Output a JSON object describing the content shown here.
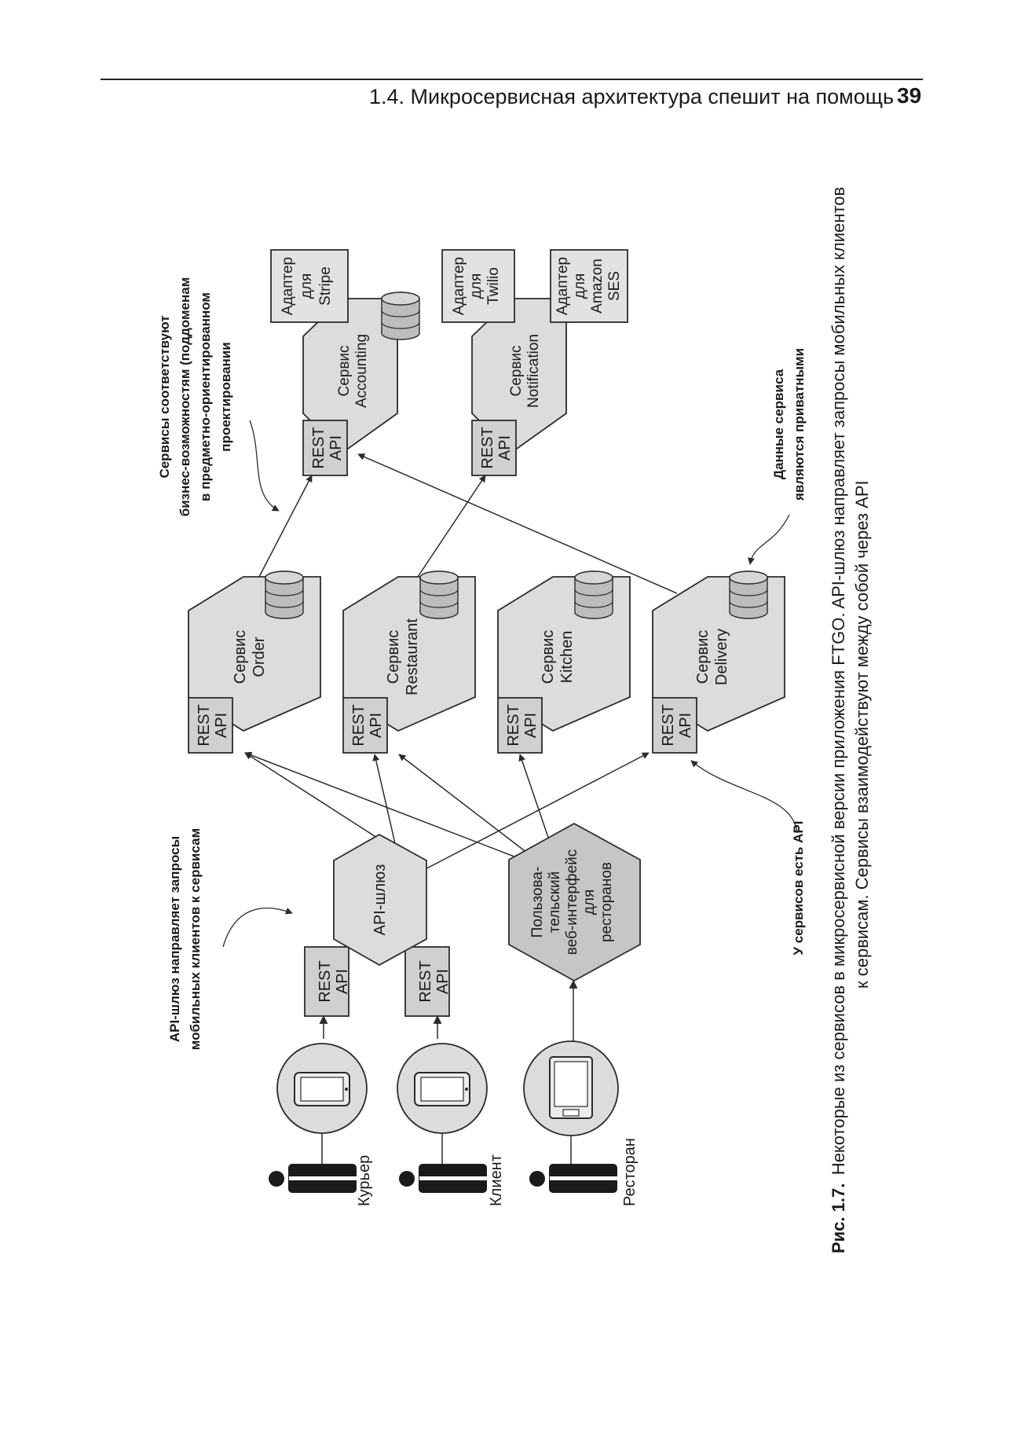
{
  "header": {
    "running_title": "1.4. Микросервисная архитектура спешит на помощь",
    "page_number": "39"
  },
  "people": [
    {
      "label": "Курьер"
    },
    {
      "label": "Клиент"
    },
    {
      "label": "Ресторан"
    }
  ],
  "rest_api": {
    "line1": "REST",
    "line2": "API"
  },
  "api_gateway": {
    "label": "API-шлюз"
  },
  "restaurant_ui": {
    "lines": [
      "Пользова-",
      "тельский",
      "веб-интерфейс",
      "для",
      "ресторанов"
    ]
  },
  "services": [
    {
      "line1": "Сервис",
      "line2": "Order"
    },
    {
      "line1": "Сервис",
      "line2": "Restaurant"
    },
    {
      "line1": "Сервис",
      "line2": "Kitchen"
    },
    {
      "line1": "Сервис",
      "line2": "Delivery"
    },
    {
      "line1": "Сервис",
      "line2": "Accounting"
    },
    {
      "line1": "Сервис",
      "line2": "Notification"
    }
  ],
  "adapters": [
    {
      "lines": [
        "Адаптер",
        "для",
        "Stripe"
      ]
    },
    {
      "lines": [
        "Адаптер",
        "для",
        "Twilio"
      ]
    },
    {
      "lines": [
        "Адаптер",
        "для",
        "Amazon",
        "SES"
      ]
    }
  ],
  "annotations": {
    "gateway_note": [
      "API-шлюз направляет запросы",
      "мобильных клиентов к сервисам"
    ],
    "services_note": [
      "Сервисы соответствуют",
      "бизнес-возможностям (поддоменам",
      "в предметно-ориентированном",
      "проектировании"
    ],
    "api_note": "У сервисов есть API",
    "data_note": [
      "Данные сервиса",
      "являются приватными"
    ]
  },
  "caption": {
    "label": "Рис. 1.7.",
    "line1": "Некоторые из сервисов в микросервисной версии приложения FTGO. API-шлюз направляет запросы мобильных клиентов",
    "line2": "к сервисам. Сервисы взаимодействуют между собой через API"
  }
}
